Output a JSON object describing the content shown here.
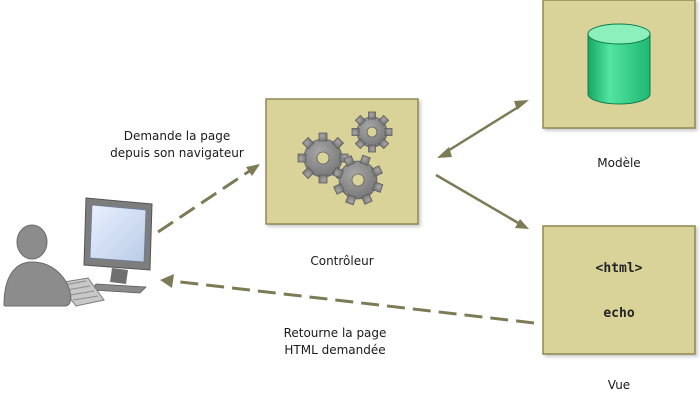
{
  "request_label": {
    "line1": "Demande la page",
    "line2": "depuis son navigateur"
  },
  "controller": {
    "label": "Contrôleur",
    "icon": "gears-icon"
  },
  "model": {
    "label": "Modèle",
    "icon": "database-icon"
  },
  "view": {
    "label": "Vue",
    "code_line1": "<html>",
    "code_line2": "echo"
  },
  "response_label": {
    "line1": "Retourne la page",
    "line2": "HTML demandée"
  },
  "colors": {
    "box_fill": "#d9d39a",
    "box_border": "#8f8a52",
    "arrow": "#7d7b56",
    "user_gray": "#8c8c8c",
    "database_green": "#39d08b"
  }
}
